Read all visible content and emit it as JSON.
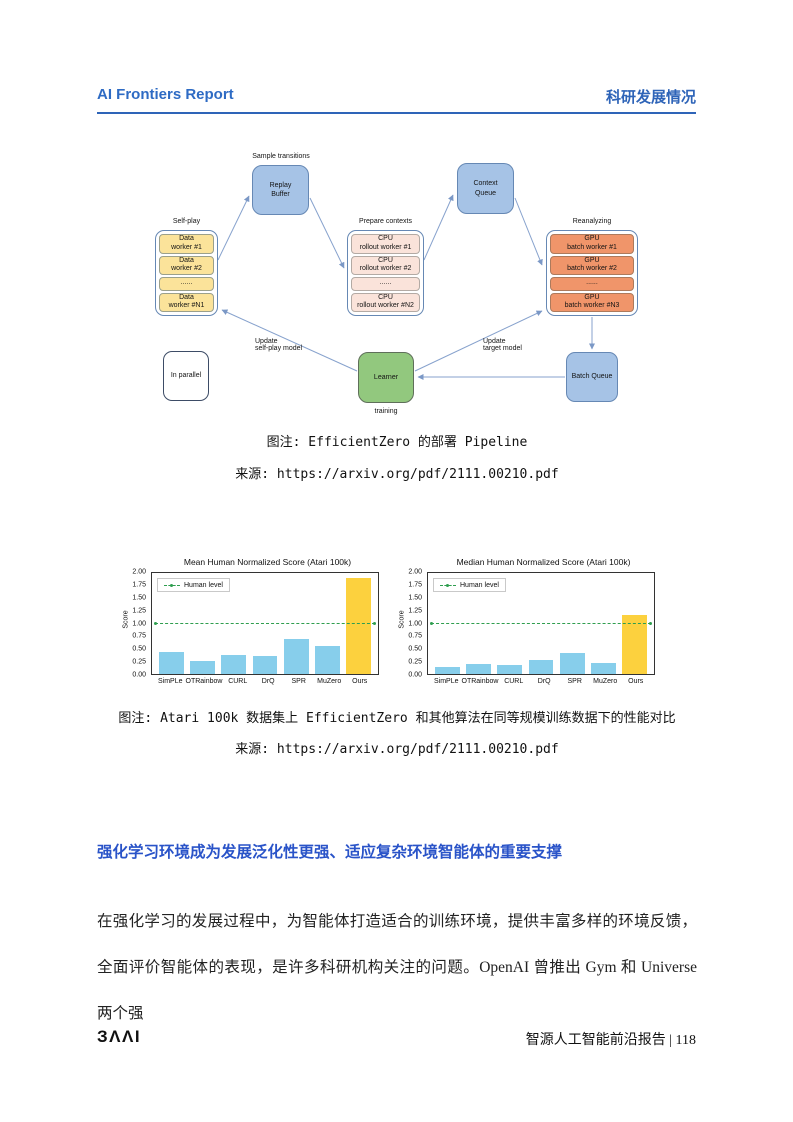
{
  "header": {
    "left_title": "AI Frontiers Report",
    "right_title": "科研发展情况",
    "accent_color": "#2e64b8"
  },
  "pipeline_diagram": {
    "sample_transitions_label": "Sample transitions",
    "replay_buffer": "Replay\nBuffer",
    "context_queue": "Context\nQueue",
    "self_play": {
      "label": "Self-play",
      "workers": [
        "Data\nworker #1",
        "Data\nworker #2",
        "......",
        "Data\nworker #N1"
      ]
    },
    "prepare_contexts": {
      "label": "Prepare contexts",
      "workers": [
        "CPU\nrollout worker #1",
        "CPU\nrollout worker #2",
        "......",
        "CPU\nrollout worker #N2"
      ]
    },
    "reanalyzing": {
      "label": "Reanalyzing",
      "workers": [
        "GPU\nbatch worker #1",
        "GPU\nbatch worker #2",
        "......",
        "GPU\nbatch worker #N3"
      ]
    },
    "in_parallel": "In parallel",
    "learner": "Learner",
    "training_label": "training",
    "batch_queue": "Batch Queue",
    "update_self_play_label": "Update\nself-play model",
    "update_target_label": "Update\ntarget model"
  },
  "figure1": {
    "caption": "图注: EfficientZero 的部署 Pipeline",
    "source": "来源: https://arxiv.org/pdf/2111.00210.pdf"
  },
  "figure2": {
    "caption": "图注: Atari 100k 数据集上 EfficientZero 和其他算法在同等规模训练数据下的性能对比",
    "source": "来源: https://arxiv.org/pdf/2111.00210.pdf"
  },
  "chart_data": [
    {
      "type": "bar",
      "title": "Mean Human Normalized Score (Atari 100k)",
      "ylabel": "Score",
      "categories": [
        "SimPLe",
        "OTRainbow",
        "CURL",
        "DrQ",
        "SPR",
        "MuZero",
        "Ours"
      ],
      "values": [
        0.44,
        0.26,
        0.38,
        0.36,
        0.7,
        0.56,
        1.9
      ],
      "ylim": [
        0,
        2.0
      ],
      "ytick_step": 0.25,
      "legend_label": "Human level",
      "legend_position": "upper left",
      "human_level": 1.0,
      "grid": false,
      "bar_color": "#87ceeb",
      "highlight_index": 6,
      "highlight_color": "#fcd13e",
      "line_color": "#2f9e4f"
    },
    {
      "type": "bar",
      "title": "Median Human Normalized Score (Atari 100k)",
      "ylabel": "Score",
      "categories": [
        "SimPLe",
        "OTRainbow",
        "CURL",
        "DrQ",
        "SPR",
        "MuZero",
        "Ours"
      ],
      "values": [
        0.14,
        0.2,
        0.17,
        0.27,
        0.41,
        0.22,
        1.16
      ],
      "ylim": [
        0,
        2.0
      ],
      "ytick_step": 0.25,
      "legend_label": "Human level",
      "legend_position": "upper left",
      "human_level": 1.0,
      "grid": false,
      "bar_color": "#87ceeb",
      "highlight_index": 6,
      "highlight_color": "#fcd13e",
      "line_color": "#2f9e4f"
    }
  ],
  "section": {
    "heading": "强化学习环境成为发展泛化性更强、适应复杂环境智能体的重要支撑",
    "paragraph": "在强化学习的发展过程中，为智能体打造适合的训练环境，提供丰富多样的环境反馈，全面评价智能体的表现，是许多科研机构关注的问题。OpenAI 曾推出 Gym 和 Universe 两个强"
  },
  "footer": {
    "logo_text": "ЗΛΛΙ",
    "report_title": "智源人工智能前沿报告",
    "separator": "|",
    "page_number": "118"
  }
}
